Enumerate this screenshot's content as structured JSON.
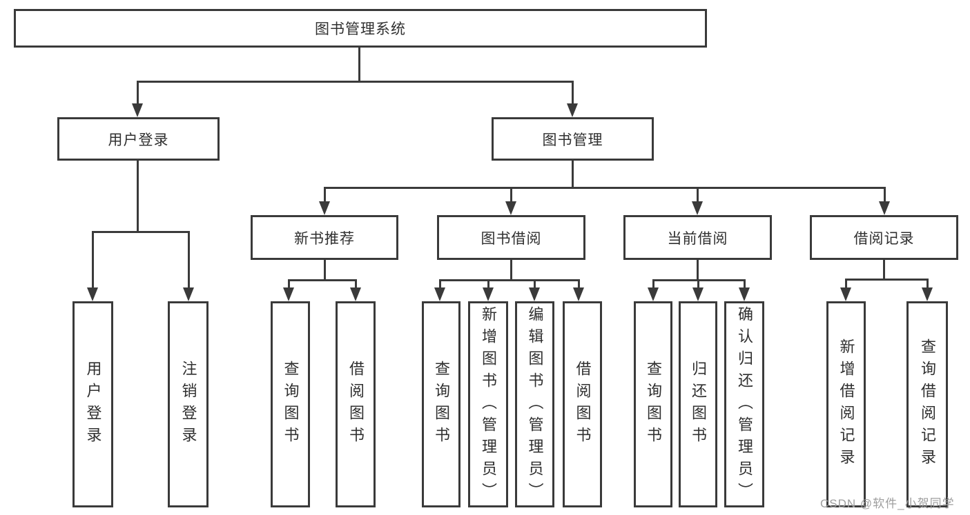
{
  "tree": {
    "label": "图书管理系统",
    "children": [
      {
        "label": "用户登录",
        "children": [
          {
            "label": "用户登录"
          },
          {
            "label": "注销登录"
          }
        ]
      },
      {
        "label": "图书管理",
        "children": [
          {
            "label": "新书推荐",
            "children": [
              {
                "label": "查询图书"
              },
              {
                "label": "借阅图书"
              }
            ]
          },
          {
            "label": "图书借阅",
            "children": [
              {
                "label": "查询图书"
              },
              {
                "label": "新增图书（管理员）"
              },
              {
                "label": "编辑图书（管理员）"
              },
              {
                "label": "借阅图书"
              }
            ]
          },
          {
            "label": "当前借阅",
            "children": [
              {
                "label": "查询图书"
              },
              {
                "label": "归还图书"
              },
              {
                "label": "确认归还（管理员）"
              }
            ]
          },
          {
            "label": "借阅记录",
            "children": [
              {
                "label": "新增借阅记录"
              },
              {
                "label": "查询借阅记录"
              }
            ]
          }
        ]
      }
    ]
  },
  "watermark": "CSDN @软件_小贺同学",
  "colors": {
    "line": "#3a3a3a",
    "text": "#2f2f2f",
    "background": "#ffffff",
    "watermark": "#9e9e9e"
  }
}
